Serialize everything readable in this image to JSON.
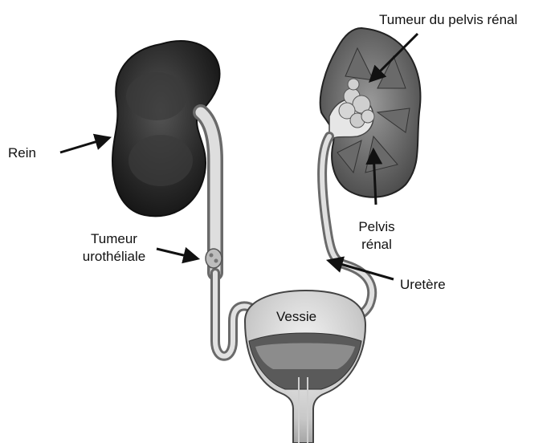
{
  "labels": {
    "rein": "Rein",
    "tumeur_pelvis": "Tumeur du pelvis rénal",
    "tumeur_uro_line1": "Tumeur",
    "tumeur_uro_line2": "urothéliale",
    "pelvis_line1": "Pelvis",
    "pelvis_line2": "rénal",
    "uretere": "Uretère",
    "vessie": "Vessie"
  },
  "colors": {
    "kidney_dark": "#2a2a2a",
    "tissue_grey": "#8a8a8a",
    "bladder_light": "#dcdcdc",
    "bladder_dark": "#5a5a5a",
    "ink": "#111111"
  }
}
